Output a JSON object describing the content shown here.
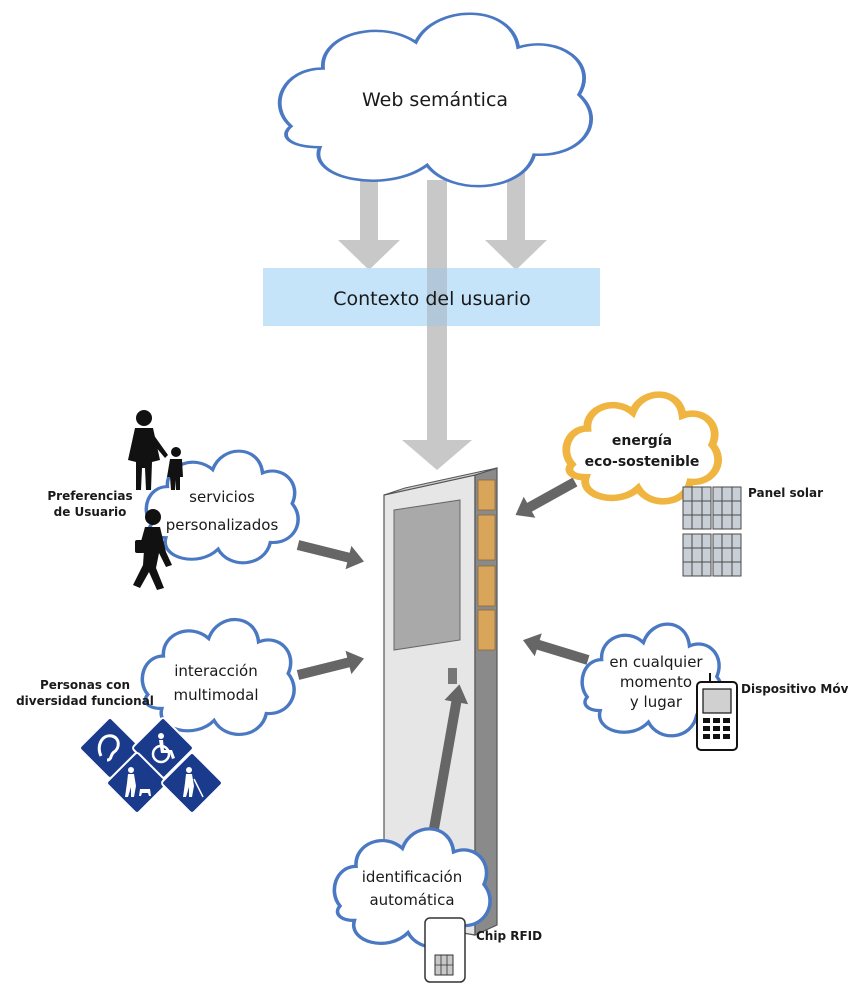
{
  "clouds": {
    "web": "Web semántica",
    "services": [
      "servicios",
      "personalizados"
    ],
    "interaction": [
      "interacción",
      "multimodal"
    ],
    "energy": [
      "energía",
      "eco-sostenible"
    ],
    "anywhere": [
      "en cualquier",
      "momento",
      "y lugar"
    ],
    "identification": [
      "identificación",
      "automática"
    ]
  },
  "context_bar": "Contexto del usuario",
  "labels": {
    "preferences": [
      "Preferencias",
      "de Usuario"
    ],
    "diversity": [
      "Personas con",
      "diversidad funcional"
    ],
    "solar": "Panel solar",
    "mobile": "Dispositivo Móvil",
    "rfid": "Chip RFID"
  },
  "colors": {
    "cloud_blue": "#4a78c2",
    "cloud_orange": "#f0b540",
    "context_bar": "#bfe0f8",
    "big_arrow": "#c8c8c8",
    "dark_arrow": "#666666",
    "sign_blue": "#1a3a8c"
  },
  "icons": [
    "family-silhouette-icon",
    "walking-person-icon",
    "accessibility-signs-icon",
    "solar-panel-icon",
    "mobile-phone-icon",
    "rfid-chip-icon",
    "kiosk-icon"
  ]
}
